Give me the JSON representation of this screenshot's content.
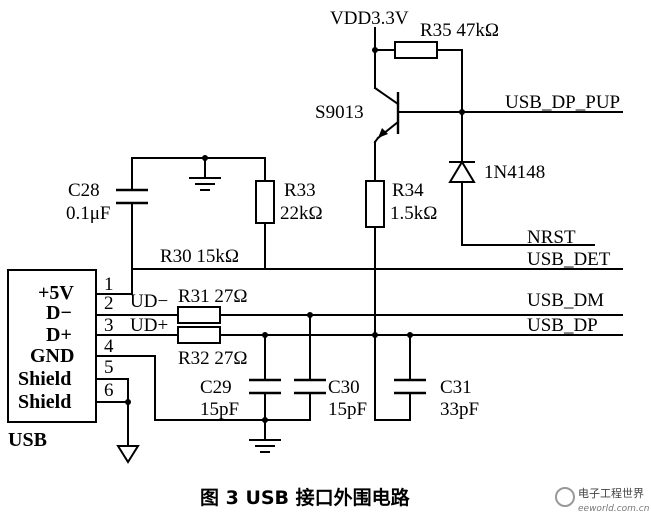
{
  "labels": {
    "vdd": "VDD3.3V",
    "r35": "R35 47kΩ",
    "s9013": "S9013",
    "usb_dp_pup": "USB_DP_PUP",
    "d_1n4148": "1N4148",
    "c28_name": "C28",
    "c28_val": "0.1μF",
    "r33_name": "R33",
    "r33_val": "22kΩ",
    "r34_name": "R34",
    "r34_val": "1.5kΩ",
    "nrst": "NRST",
    "r30": "R30 15kΩ",
    "usb_det": "USB_DET",
    "r31": "R31 27Ω",
    "usb_dm": "USB_DM",
    "usb_dp": "USB_DP",
    "r32": "R32 27Ω",
    "c29_name": "C29",
    "c29_val": "15pF",
    "c30_name": "C30",
    "c30_val": "15pF",
    "c31_name": "C31",
    "c31_val": "33pF",
    "pin1": "1",
    "pin2": "2",
    "pin3": "3",
    "pin4": "4",
    "pin5": "5",
    "pin6": "6",
    "ud_minus": "UD−",
    "ud_plus": "UD+",
    "conn_5v": "+5V",
    "conn_dm": "D−",
    "conn_dp": "D+",
    "conn_gnd": "GND",
    "conn_shield1": "Shield",
    "conn_shield2": "Shield",
    "usb": "USB"
  },
  "caption": "图 3   USB 接口外围电路",
  "watermark": {
    "line1": "电子工程世界",
    "line2": "eeworld.com.cn"
  }
}
